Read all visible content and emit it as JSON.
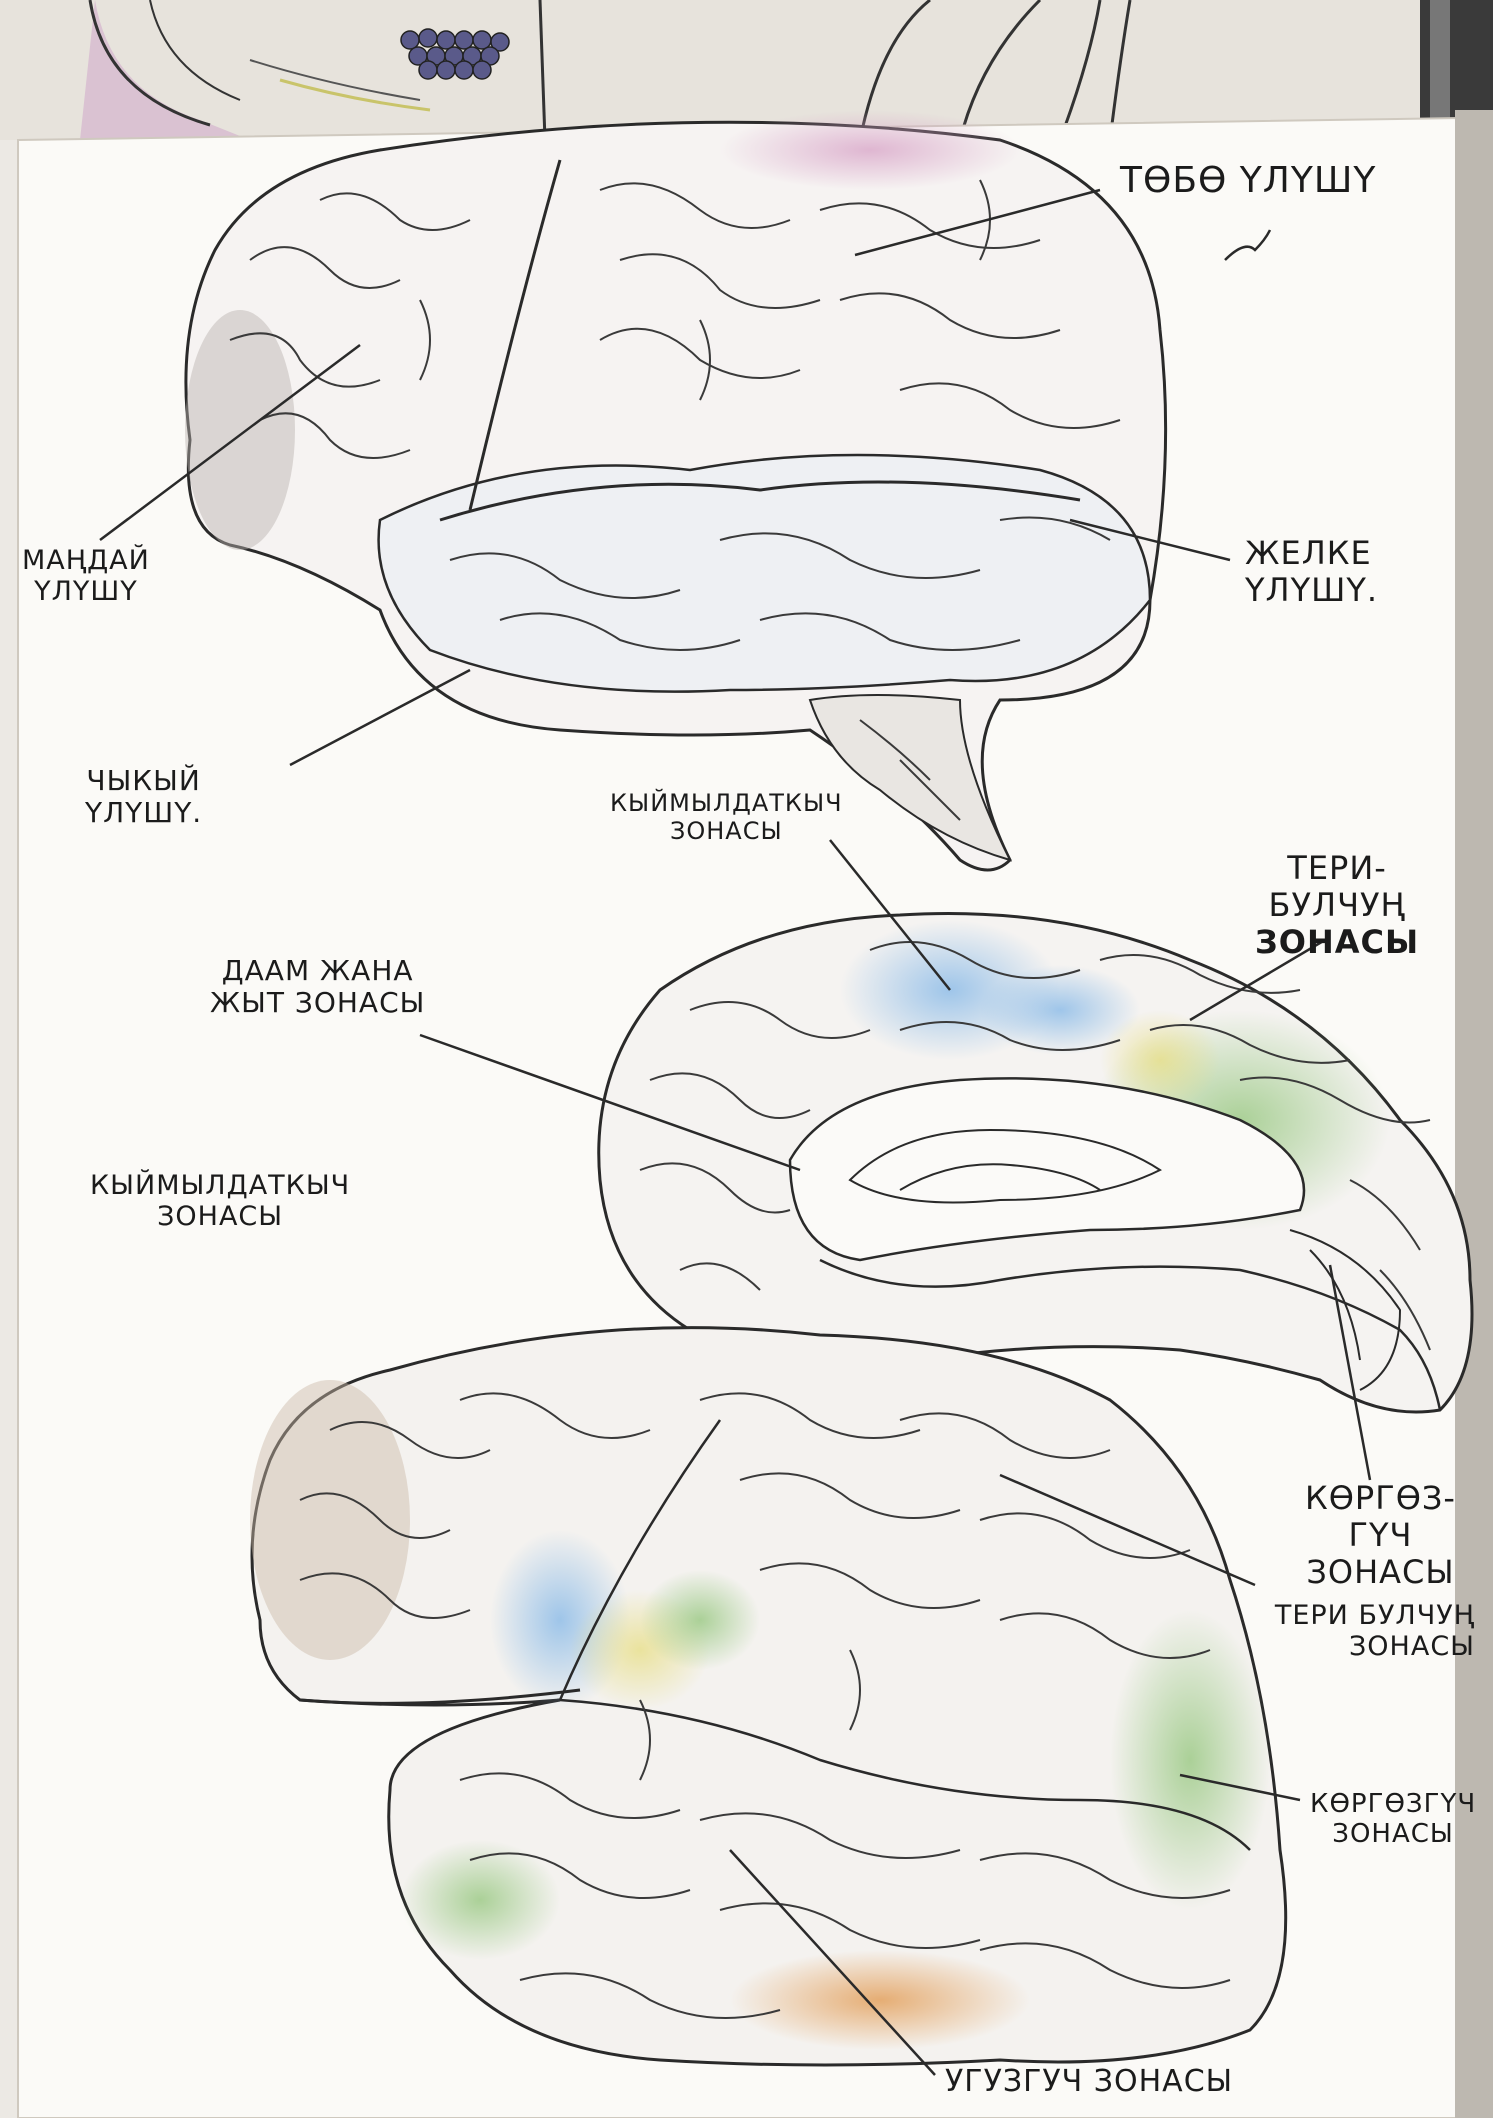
{
  "title": "",
  "labels": {
    "parietal": {
      "lines": [
        "ТӨБӨ ҮЛҮШҮ"
      ]
    },
    "frontal": {
      "lines": [
        "МАҢДАЙ",
        "ҮЛҮШҮ"
      ]
    },
    "occipital": {
      "lines": [
        "ЖЕЛКЕ",
        "ҮЛҮШҮ."
      ]
    },
    "temporal": {
      "lines": [
        "ЧЫКЫЙ",
        "ҮЛҮШҮ."
      ]
    },
    "motor_top": {
      "lines": [
        "КЫЙМЫЛДАТКЫЧ",
        "ЗОНАСЫ"
      ]
    },
    "skin_top": {
      "lines": [
        "ТЕРИ-",
        "БУЛЧУҢ",
        "ЗОНАСЫ"
      ]
    },
    "taste_smell": {
      "lines": [
        "ДААМ ЖАНА",
        "ЖЫТ ЗОНАСЫ"
      ]
    },
    "motor_mid": {
      "lines": [
        "КЫЙМЫЛДАТКЫЧ",
        "ЗОНАСЫ"
      ]
    },
    "visual_top": {
      "lines": [
        "КӨРГӨЗ-",
        "ГҮЧ",
        "ЗОНАСЫ"
      ]
    },
    "skin_bottom": {
      "lines": [
        "ТЕРИ БУЛЧУҢ",
        "ЗОНАСЫ"
      ]
    },
    "visual_bottom": {
      "lines": [
        "КӨРГӨЗГҮЧ",
        "ЗОНАСЫ"
      ]
    },
    "auditory": {
      "lines": [
        "УГУЗГУЧ ЗОНАСЫ"
      ]
    }
  },
  "zone_colors": {
    "motor": "#9fc6ea",
    "skin_muscle": "#a6cf8f",
    "visual": "#b9d49a",
    "auditory": "#e0a46a",
    "frontal_tint": "#d9c7b8",
    "pencil": "#2a2a2a"
  }
}
